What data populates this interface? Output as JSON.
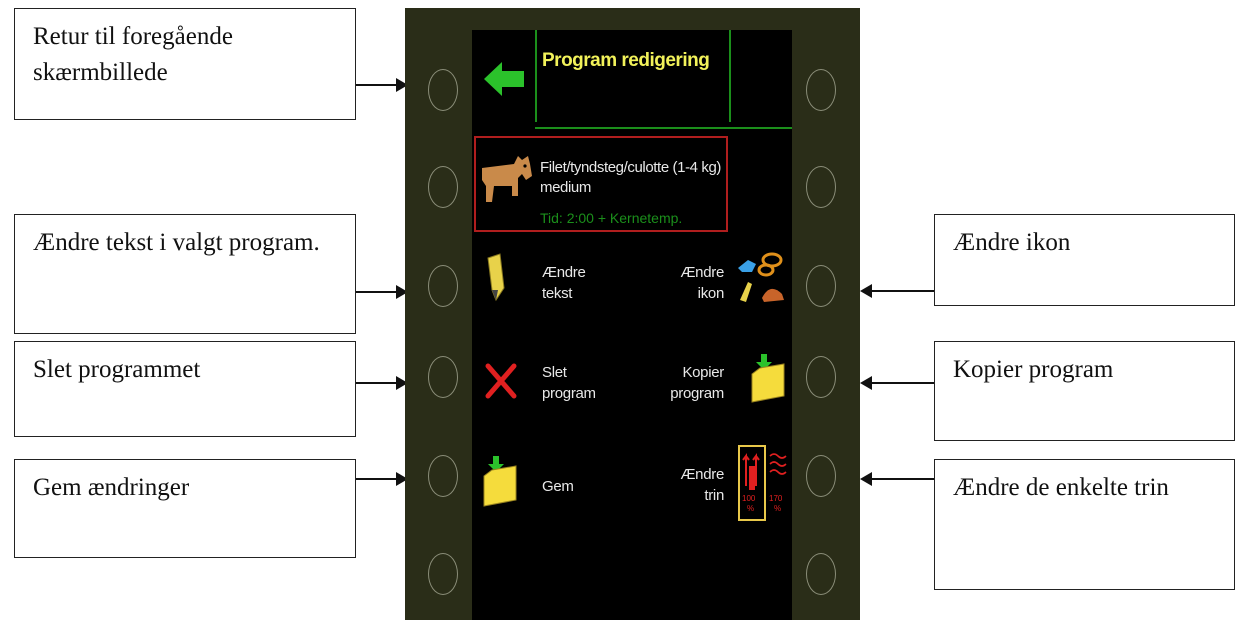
{
  "callouts": {
    "back": "Retur til foregående skærmbillede",
    "edit_text": "Ændre tekst i valgt program.",
    "delete": "Slet programmet",
    "save": "Gem ændringer",
    "change_icon": "Ændre ikon",
    "copy": "Kopier program",
    "change_steps": "Ændre de enkelte trin"
  },
  "screen": {
    "title": "Program redigering",
    "program": {
      "name": "Filet/tyndsteg/culotte (1-4 kg) medium",
      "time": "Tid: 2:00 + Kernetemp."
    },
    "edit_text": {
      "line1": "Ændre",
      "line2": "tekst"
    },
    "change_icon": {
      "line1": "Ændre",
      "line2": "ikon"
    },
    "delete": {
      "line1": "Slet",
      "line2": "program"
    },
    "copy": {
      "line1": "Kopier",
      "line2": "program"
    },
    "save": {
      "line1": "Gem"
    },
    "change_steps": {
      "line1": "Ændre",
      "line2": "trin"
    },
    "steps_icon": {
      "left_value": "100",
      "left_unit": "%",
      "right_value": "170",
      "right_unit": "%"
    }
  },
  "colors": {
    "frame": "#2a2d18",
    "screen": "#000000",
    "title": "#f2f25a",
    "accent_green": "#1b8f1b",
    "selection_red": "#b01e1e",
    "folder_yellow": "#f5dc3c"
  }
}
